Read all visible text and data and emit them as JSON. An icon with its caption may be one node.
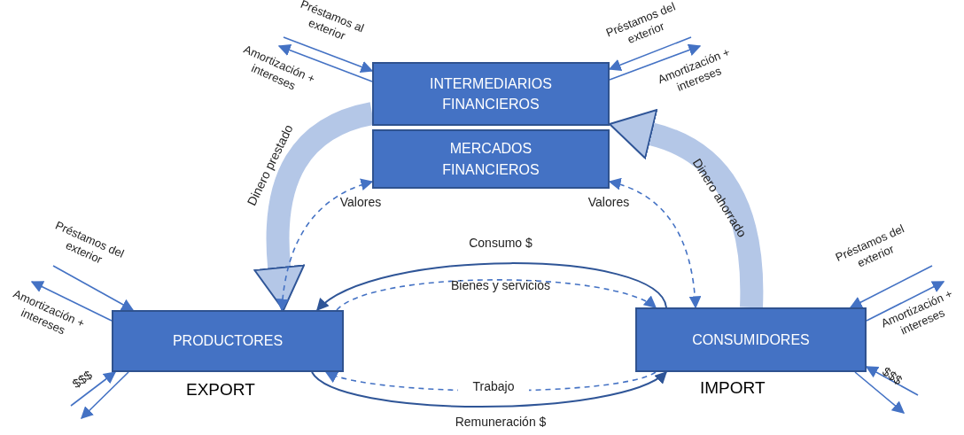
{
  "diagram": {
    "nodes": [
      {
        "text": [
          "INTERMEDIARIOS FINANCIEROS"
        ]
      },
      {
        "text": [
          "MERCADOS FINANCIEROS"
        ]
      },
      {
        "text": [
          "PRODUCTORES"
        ],
        "beside": [
          "EXPORT"
        ]
      },
      {
        "text": [
          "CONSUMIDORES"
        ],
        "beside": [
          "IMPORT"
        ]
      }
    ],
    "edges": [
      {
        "from": 0,
        "to": 2,
        "arrow": "to",
        "label": "Dinero prestado",
        "style": "thick",
        "color": "#b4c7e7"
      },
      {
        "from": 3,
        "to": 0,
        "arrow": "to",
        "label": "Dinero ahorrado",
        "style": "thick",
        "color": "#b4c7e7"
      },
      {
        "from": 2,
        "to": 1,
        "arrow": "both",
        "label": "Valores",
        "style": "dashed"
      },
      {
        "from": 1,
        "to": 3,
        "arrow": "both",
        "label": "Valores",
        "style": "dashed"
      },
      {
        "from": 3,
        "to": 2,
        "arrow": "to",
        "label": "Consumo $",
        "color": "#2f5597"
      },
      {
        "from": 2,
        "to": 3,
        "arrow": "to",
        "label": "Bienes y servicios",
        "style": "dashed"
      },
      {
        "from": 3,
        "to": 2,
        "arrow": "to",
        "label": "Trabajo",
        "style": "dashed"
      },
      {
        "from": 2,
        "to": 3,
        "arrow": "to",
        "label": "Remuneración $",
        "color": "#2f5597"
      },
      {
        "from": null,
        "to": 0,
        "arrow": "to",
        "label": "Préstamos al exterior"
      },
      {
        "from": 0,
        "to": null,
        "arrow": "to",
        "label": "Amortización + intereses"
      },
      {
        "from": null,
        "to": 0,
        "arrow": "to",
        "label": "Préstamos del exterior"
      },
      {
        "from": 0,
        "to": null,
        "arrow": "to",
        "label": "Amortización + intereses"
      },
      {
        "from": null,
        "to": 2,
        "arrow": "to",
        "label": "Préstamos del exterior"
      },
      {
        "from": 2,
        "to": null,
        "arrow": "to",
        "label": "Amortización + intereses"
      },
      {
        "from": null,
        "to": 3,
        "arrow": "to",
        "label": "Préstamos del exterior"
      },
      {
        "from": 3,
        "to": null,
        "arrow": "to",
        "label": "Amortización + intereses"
      },
      {
        "from": null,
        "to": 2,
        "arrow": "to",
        "label": "$$$"
      },
      {
        "from": 2,
        "to": null,
        "arrow": "to"
      },
      {
        "from": null,
        "to": 3,
        "arrow": "to",
        "label": "$$$"
      },
      {
        "from": 3,
        "to": null,
        "arrow": "to"
      }
    ]
  }
}
